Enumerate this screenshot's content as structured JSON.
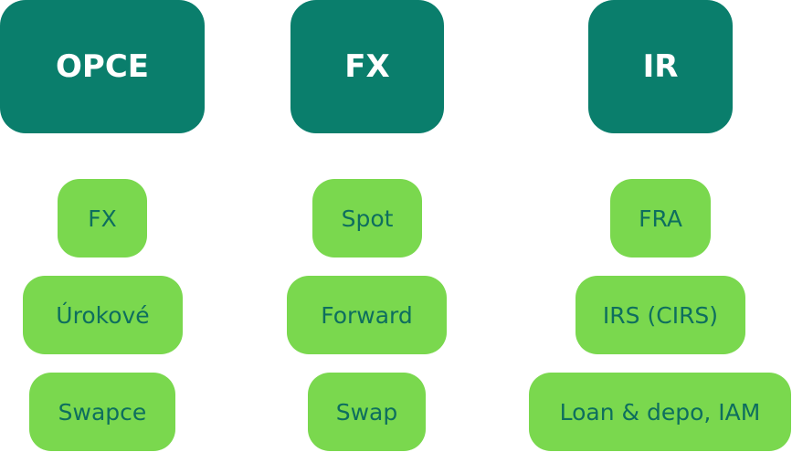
{
  "columns": [
    {
      "header": "OPCE",
      "items": [
        "FX",
        "Úrokové",
        "Swapce"
      ]
    },
    {
      "header": "FX",
      "items": [
        "Spot",
        "Forward",
        "Swap"
      ]
    },
    {
      "header": "IR",
      "items": [
        "FRA",
        "IRS (CIRS)",
        "Loan & depo, IAM"
      ]
    }
  ],
  "colors": {
    "header_bg": "#0a7e6c",
    "header_text": "#ffffff",
    "pill_bg": "#7ad84e",
    "pill_text": "#0e6e5e"
  }
}
